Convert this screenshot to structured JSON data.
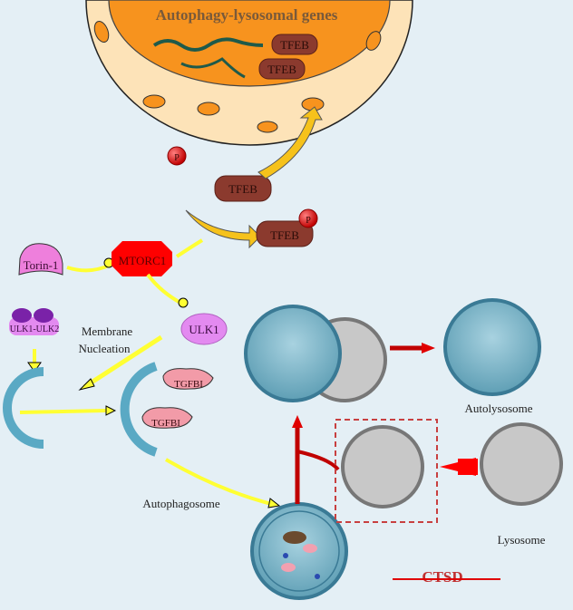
{
  "nucleus": {
    "title": "Autophagy-lysosomal genes",
    "tfeb_1": "TFEB",
    "tfeb_2": "TFEB"
  },
  "phosphate": {
    "label": "P"
  },
  "tfeb_cytoplasm": "TFEB",
  "tfeb_phosphorylated": "TFEB",
  "phosphate_bound": "P",
  "torin": "Torin-1",
  "mtorc1": "MTORC1",
  "ulk1": "ULK1",
  "ulk_complex": "ULK1-ULK2",
  "membrane_nucleation": [
    "Membrane",
    "Nucleation"
  ],
  "tgfbi_1": "TGFBI",
  "tgfbi_2": "TGFBI",
  "autophagosome_label": "Autophagosome",
  "autolysosome_label": "Autolysosome",
  "lysosome_label": "Lysosome",
  "ctsd_label": "CTSD",
  "colors": {
    "background": "#e4eff5",
    "nucleus": "#f7931e",
    "cytoplasm": "#fde3b8",
    "tfeb": "#8b3a2e",
    "mtorc1": "#ff0000",
    "torin": "#ee7fdc",
    "vesicle": "#5aa9c4",
    "lysosome": "#a8a8a8",
    "arrow_red": "#e00000",
    "arrow_yellow": "#ffff33"
  }
}
